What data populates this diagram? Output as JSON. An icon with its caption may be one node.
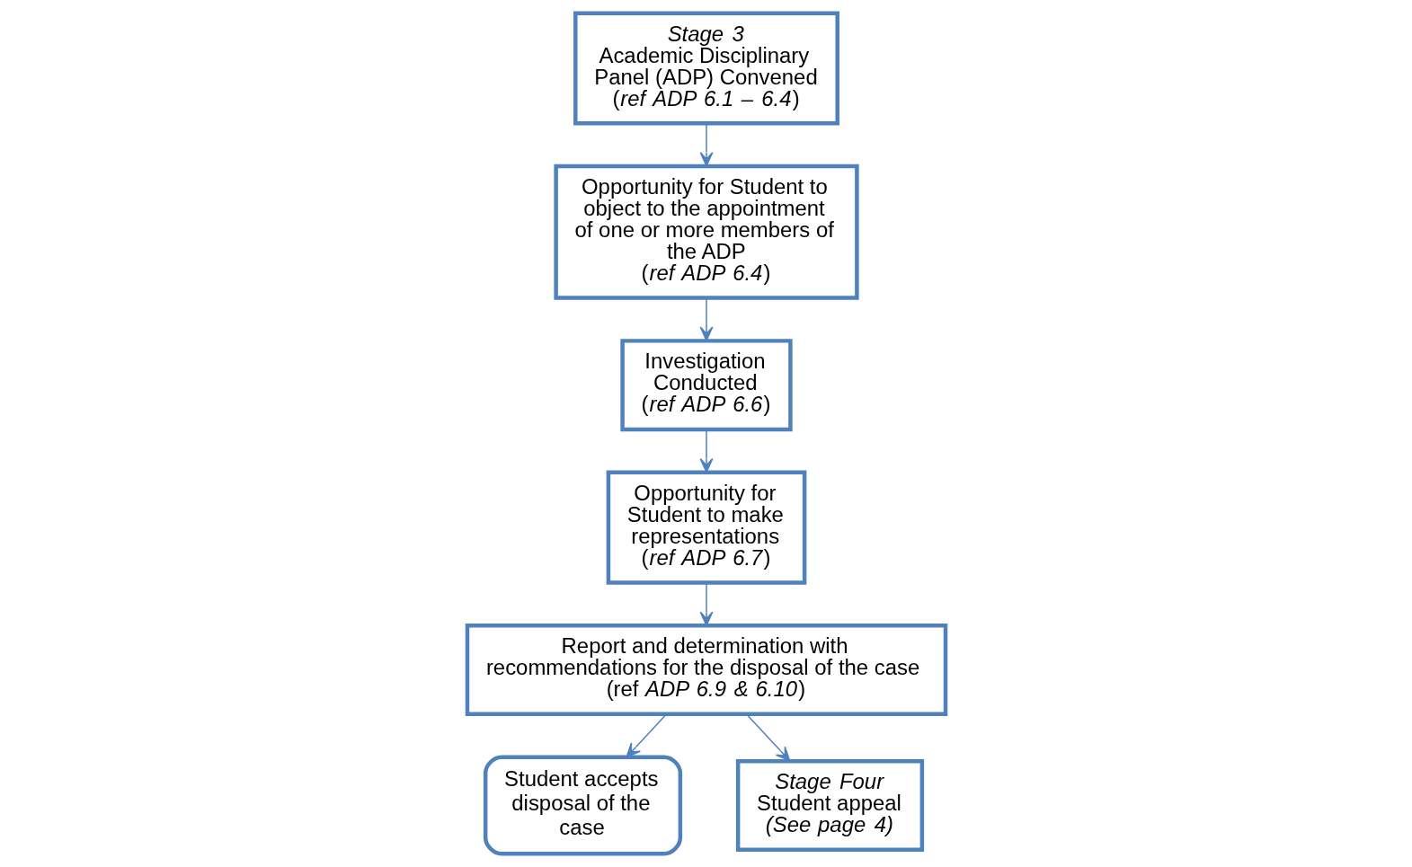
{
  "diagram": {
    "nodes": [
      {
        "text": [
          "Stage 3",
          "Academic Disciplinary Panel (ADP) Convened",
          "(*ref ADP 6.1 – 6.4*)"
        ]
      },
      {
        "text": [
          "Opportunity for Student to object to the appointment of one or more members of the ADP",
          "(*ref ADP 6.4*)"
        ]
      },
      {
        "text": [
          "Investigation Conducted",
          "(*ref ADP 6.6*)"
        ]
      },
      {
        "text": [
          "Opportunity for Student to make representations",
          "(*ref ADP 6.7*)"
        ]
      },
      {
        "text": [
          "Report and determination with recommendations for the disposal of the case",
          "(ref *ADP 6.9 & 6.10*)"
        ]
      },
      {
        "text": [
          "Student accepts disposal of the case"
        ]
      },
      {
        "text": [
          "Stage Four",
          "Student appeal",
          "(See page 4)"
        ]
      }
    ],
    "edges": [
      {
        "from": 0,
        "to": 1,
        "arrow": "to"
      },
      {
        "from": 1,
        "to": 2,
        "arrow": "to"
      },
      {
        "from": 2,
        "to": 3,
        "arrow": "to"
      },
      {
        "from": 3,
        "to": 4,
        "arrow": "to"
      },
      {
        "from": 4,
        "to": 5,
        "arrow": "to"
      },
      {
        "from": 4,
        "to": 6,
        "arrow": "to"
      }
    ]
  }
}
